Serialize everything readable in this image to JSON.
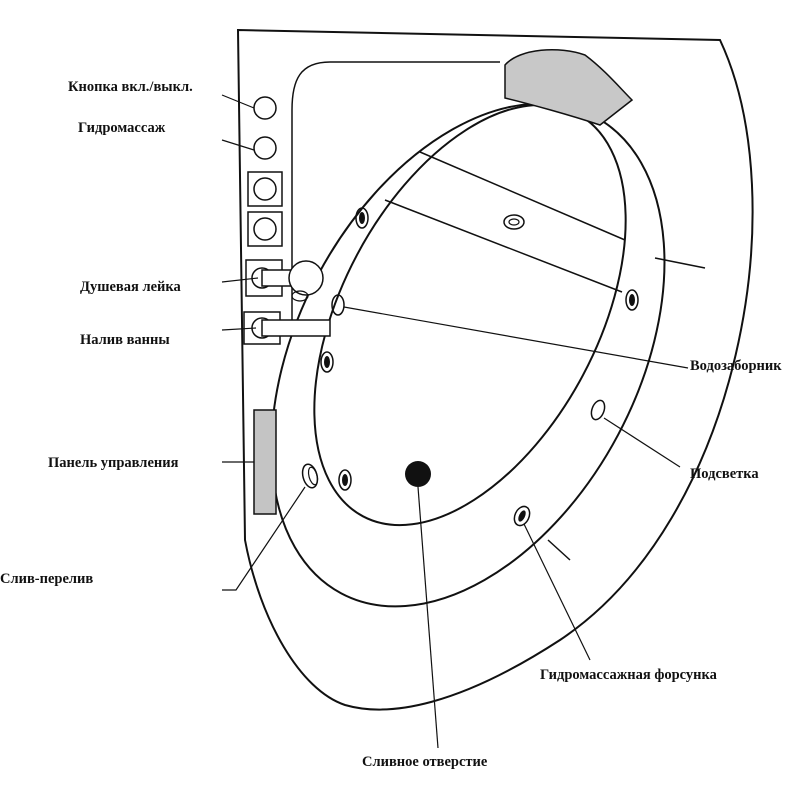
{
  "labels": {
    "power_button": "Кнопка вкл./выкл.",
    "hydromassage": "Гидромассаж",
    "shower_head": "Душевая лейка",
    "bath_filler": "Налив ванны",
    "water_intake": "Водозаборник",
    "control_panel": "Панель управления",
    "backlight": "Подсветка",
    "overflow_drain": "Слив-перелив",
    "massage_jet": "Гидромассажная форсунка",
    "drain_hole": "Сливное отверстие"
  },
  "colors": {
    "line": "#111111",
    "panel_fill": "#c4c4c4",
    "headrest_fill": "#c8c8c8",
    "background": "#ffffff"
  }
}
